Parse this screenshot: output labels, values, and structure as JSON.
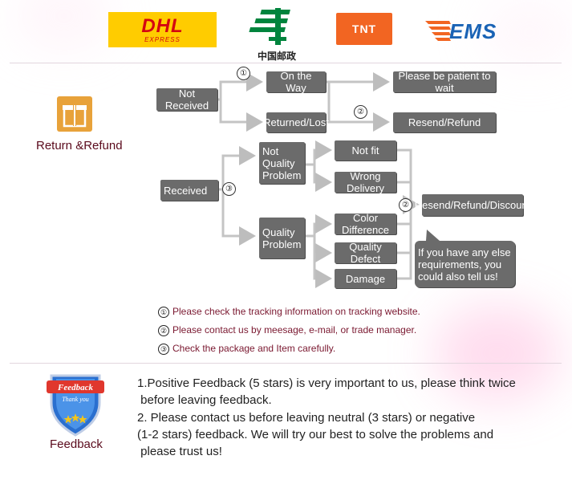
{
  "logos": {
    "dhl": {
      "brand": "DHL",
      "sub": "EXPRESS"
    },
    "china_post": {
      "caption": "中国邮政"
    },
    "tnt": {
      "brand": "TNT"
    },
    "ems": {
      "brand": "EMS"
    }
  },
  "return_section": {
    "label": "Return &Refund",
    "icon": "gift-icon"
  },
  "flow": {
    "not_received": "Not Received",
    "on_the_way": "On the Way",
    "returned_lost": "Returned/Lost",
    "patient": "Please be patient to wait",
    "resend_refund": "Resend/Refund",
    "received": "Received",
    "not_quality_problem": "Not Quality Problem",
    "quality_problem": "Quality Problem",
    "not_fit": "Not fit",
    "wrong_delivery": "Wrong Delivery",
    "color_difference": "Color Difference",
    "quality_defect": "Quality Defect",
    "damage": "Damage",
    "resend_refund_discount": "Resend/Refund/Discount",
    "other_requirements": "If you have any else requirements, you could also tell us!",
    "marker_1": "①",
    "marker_2": "②",
    "marker_3": "③"
  },
  "notes": [
    {
      "marker": "①",
      "text": "Please check the tracking information on tracking website."
    },
    {
      "marker": "②",
      "text": "Please contact us by meesage, e-mail, or trade manager."
    },
    {
      "marker": "③",
      "text": "Check the package and Item carefully."
    }
  ],
  "feedback": {
    "label": "Feedback",
    "badge_top": "Feedback",
    "badge_sub": "Thank you",
    "lines": [
      "1.Positive Feedback (5 stars) is very important to us, please think twice",
      " before leaving feedback.",
      "2. Please contact us before leaving neutral (3 stars) or negative",
      "(1-2 stars) feedback. We will try our best to solve the problems and",
      " please trust us!"
    ]
  },
  "colors": {
    "box": "#6b6b6b",
    "accent_text": "#5a0a1c",
    "dhl_yellow": "#ffcc00",
    "dhl_red": "#d40511",
    "tnt_orange": "#f26522",
    "ems_blue": "#1a63b5",
    "china_post_green": "#00843d"
  }
}
